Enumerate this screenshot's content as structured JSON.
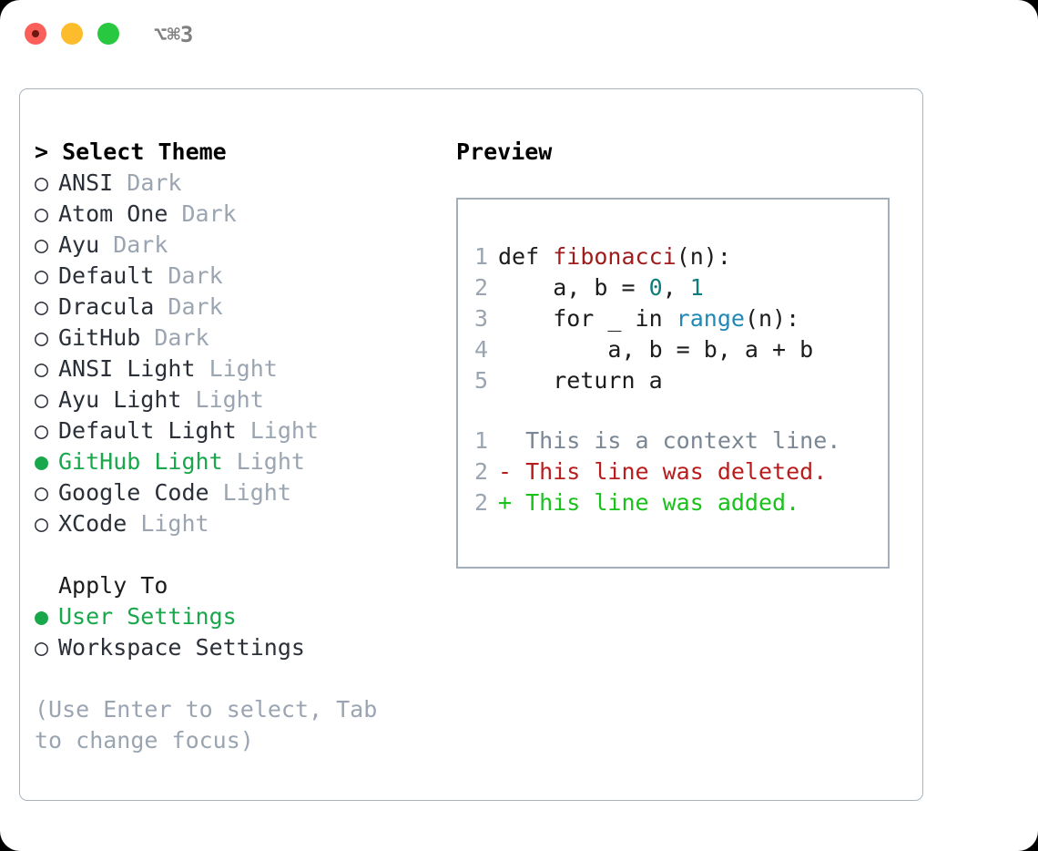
{
  "titlebar": {
    "shortcut": "⌥⌘3",
    "dots": [
      {
        "name": "close",
        "color": "#fa6059"
      },
      {
        "name": "minimize",
        "color": "#fdbc2c"
      },
      {
        "name": "maximize",
        "color": "#28c840"
      }
    ]
  },
  "theme_picker": {
    "heading": "> Select Theme",
    "marker_selected": "●",
    "marker_unselected": "○",
    "items": [
      {
        "name": "ANSI",
        "tag": "Dark",
        "selected": false
      },
      {
        "name": "Atom One",
        "tag": "Dark",
        "selected": false
      },
      {
        "name": "Ayu",
        "tag": "Dark",
        "selected": false
      },
      {
        "name": "Default",
        "tag": "Dark",
        "selected": false
      },
      {
        "name": "Dracula",
        "tag": "Dark",
        "selected": false
      },
      {
        "name": "GitHub",
        "tag": "Dark",
        "selected": false
      },
      {
        "name": "ANSI Light",
        "tag": "Light",
        "selected": false
      },
      {
        "name": "Ayu Light",
        "tag": "Light",
        "selected": false
      },
      {
        "name": "Default Light",
        "tag": "Light",
        "selected": false
      },
      {
        "name": "GitHub Light",
        "tag": "Light",
        "selected": true
      },
      {
        "name": "Google Code",
        "tag": "Light",
        "selected": false
      },
      {
        "name": "XCode",
        "tag": "Light",
        "selected": false
      }
    ]
  },
  "apply_to": {
    "label": "Apply To",
    "items": [
      {
        "name": "User Settings",
        "selected": true
      },
      {
        "name": "Workspace Settings",
        "selected": false
      }
    ]
  },
  "hint": "(Use Enter to select, Tab to change focus)",
  "preview": {
    "heading": "Preview",
    "code_lines": [
      {
        "num": "1",
        "tokens": [
          {
            "t": "def ",
            "k": "plain"
          },
          {
            "t": "fibonacci",
            "k": "fn"
          },
          {
            "t": "(n):",
            "k": "plain"
          }
        ]
      },
      {
        "num": "2",
        "tokens": [
          {
            "t": "    a, b = ",
            "k": "plain"
          },
          {
            "t": "0",
            "k": "num"
          },
          {
            "t": ", ",
            "k": "plain"
          },
          {
            "t": "1",
            "k": "num"
          }
        ]
      },
      {
        "num": "3",
        "tokens": [
          {
            "t": "    for _ in ",
            "k": "plain"
          },
          {
            "t": "range",
            "k": "call"
          },
          {
            "t": "(n):",
            "k": "plain"
          }
        ]
      },
      {
        "num": "4",
        "tokens": [
          {
            "t": "        a, b = b, a + b",
            "k": "plain"
          }
        ]
      },
      {
        "num": "5",
        "tokens": [
          {
            "t": "    return a",
            "k": "plain"
          }
        ]
      }
    ],
    "diff_lines": [
      {
        "num": "1",
        "sign": " ",
        "text": " This is a context line.",
        "kind": "context"
      },
      {
        "num": "2",
        "sign": "-",
        "text": " This line was deleted.",
        "kind": "deleted"
      },
      {
        "num": "2",
        "sign": "+",
        "text": " This line was added.",
        "kind": "added"
      }
    ]
  },
  "colors": {
    "accent_green": "#18a74a",
    "muted": "#9aa5b1",
    "border": "#aab4c0",
    "token_function": "#9e1c1c",
    "token_number": "#0e7c7b",
    "token_call": "#2188b6",
    "diff_added": "#18c21a",
    "diff_deleted": "#b91c1c"
  }
}
